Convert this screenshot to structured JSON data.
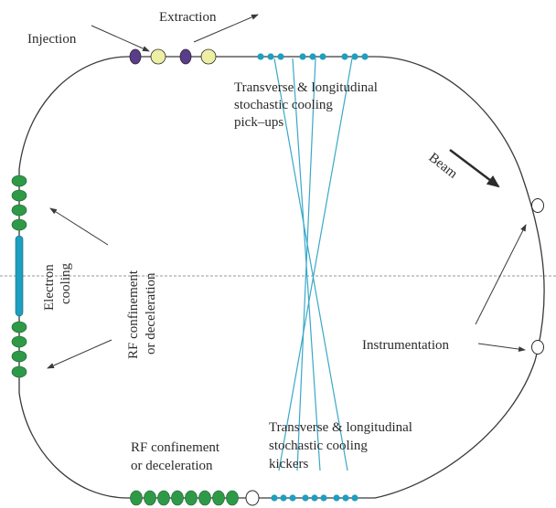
{
  "labels": {
    "injection": "Injection",
    "extraction": "Extraction",
    "pickups": [
      "Transverse & longitudinal",
      "stochastic cooling",
      "pick–ups"
    ],
    "beam": "Beam",
    "electron_cooling": [
      "Electron",
      "cooling"
    ],
    "rf_side": [
      "RF confinement",
      "or deceleration"
    ],
    "instrumentation": "Instrumentation",
    "rf_bottom": [
      "RF confinement",
      "or deceleration"
    ],
    "kickers": [
      "Transverse & longitudinal",
      "stochastic cooling",
      "kickers"
    ]
  },
  "colors": {
    "ring": "#3a3a3a",
    "cooling_line": "#3aa8c8",
    "rf_green": "#2e9a48",
    "injection_purple": "#5a3d8a",
    "kicker_yellow": "#ecefa4",
    "electron_cooler": "#1f9fc0",
    "pickup_dots": "#1f9fc0",
    "midline": "#9a9a9a"
  }
}
